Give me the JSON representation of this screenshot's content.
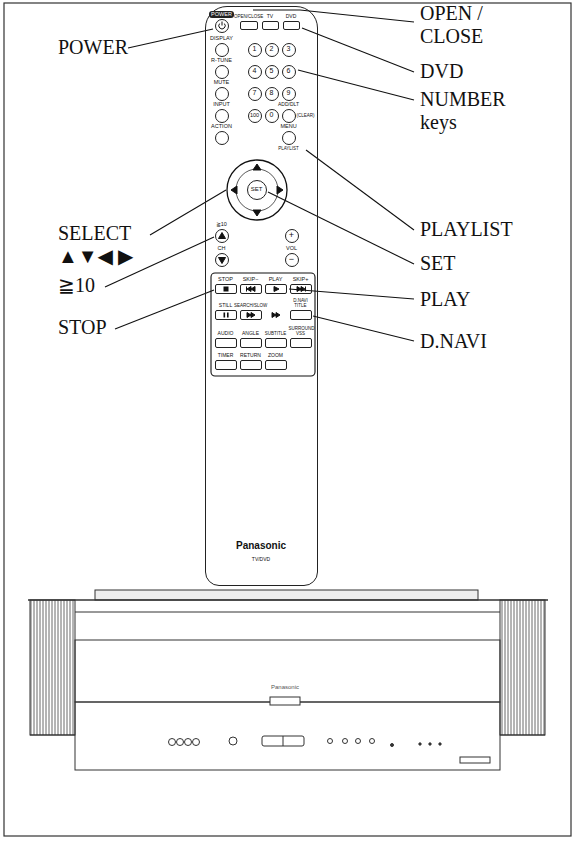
{
  "diagram": {
    "nodes": [
      {
        "text": [
          "Panasonic",
          "TV/DVD"
        ]
      },
      {
        "text": [
          "POWER"
        ],
        "in": 0
      },
      {
        "text": [
          "OPEN/CLOSE"
        ],
        "in": 0
      },
      {
        "text": [
          "TV"
        ],
        "in": 0
      },
      {
        "text": [
          "DVD"
        ],
        "in": 0
      },
      {
        "text": [
          "DISPLAY"
        ],
        "in": 0
      },
      {
        "text": [
          "1"
        ],
        "in": 0
      },
      {
        "text": [
          "2"
        ],
        "in": 0
      },
      {
        "text": [
          "3"
        ],
        "in": 0
      },
      {
        "text": [
          "R-TUNE"
        ],
        "in": 0
      },
      {
        "text": [
          "4"
        ],
        "in": 0
      },
      {
        "text": [
          "5"
        ],
        "in": 0
      },
      {
        "text": [
          "6"
        ],
        "in": 0
      },
      {
        "text": [
          "MUTE"
        ],
        "in": 0
      },
      {
        "text": [
          "7"
        ],
        "in": 0
      },
      {
        "text": [
          "8"
        ],
        "in": 0
      },
      {
        "text": [
          "9"
        ],
        "in": 0
      },
      {
        "text": [
          "INPUT"
        ],
        "in": 0
      },
      {
        "text": [
          "100"
        ],
        "in": 0
      },
      {
        "text": [
          "0"
        ],
        "in": 0
      },
      {
        "text": [
          "ADD/DLT",
          "(CLEAR)"
        ],
        "in": 0
      },
      {
        "text": [
          "ACTION"
        ],
        "in": 0
      },
      {
        "text": [
          "MENU",
          "PLAYLIST"
        ],
        "in": 0
      },
      {
        "text": [
          "SET"
        ],
        "in": 0
      },
      {
        "text": [
          "≧10"
        ],
        "in": 0
      },
      {
        "text": [
          "+"
        ],
        "in": 0
      },
      {
        "text": [
          "CH"
        ],
        "in": 0
      },
      {
        "text": [
          "VOL",
          "−"
        ],
        "in": 0
      },
      {
        "text": [
          "STOP"
        ],
        "in": 0
      },
      {
        "text": [
          "SKIP−"
        ],
        "in": 0
      },
      {
        "text": [
          "PLAY"
        ],
        "in": 0
      },
      {
        "text": [
          "SKIP+"
        ],
        "in": 0
      },
      {
        "text": [
          "STILL"
        ],
        "in": 0
      },
      {
        "text": [
          "SEARCH/SLOW"
        ],
        "in": 0
      },
      {
        "text": [
          "D.NAVI TITLE"
        ],
        "in": 0
      },
      {
        "text": [
          "AUDIO"
        ],
        "in": 0
      },
      {
        "text": [
          "ANGLE"
        ],
        "in": 0
      },
      {
        "text": [
          "SUBTITLE"
        ],
        "in": 0
      },
      {
        "text": [
          "SURROUND VSS"
        ],
        "in": 0
      },
      {
        "text": [
          "TIMER"
        ],
        "in": 0
      },
      {
        "text": [
          "RETURN"
        ],
        "in": 0
      },
      {
        "text": [
          "ZOOM"
        ],
        "in": 0
      }
    ],
    "labels": [
      "POWER",
      "OPEN / CLOSE",
      "DVD",
      "NUMBER keys",
      "PLAYLIST",
      "SELECT ▲▼◀ ▶",
      "SET",
      "≧10",
      "PLAY",
      "STOP",
      "D.NAVI",
      "Panasonic"
    ]
  }
}
